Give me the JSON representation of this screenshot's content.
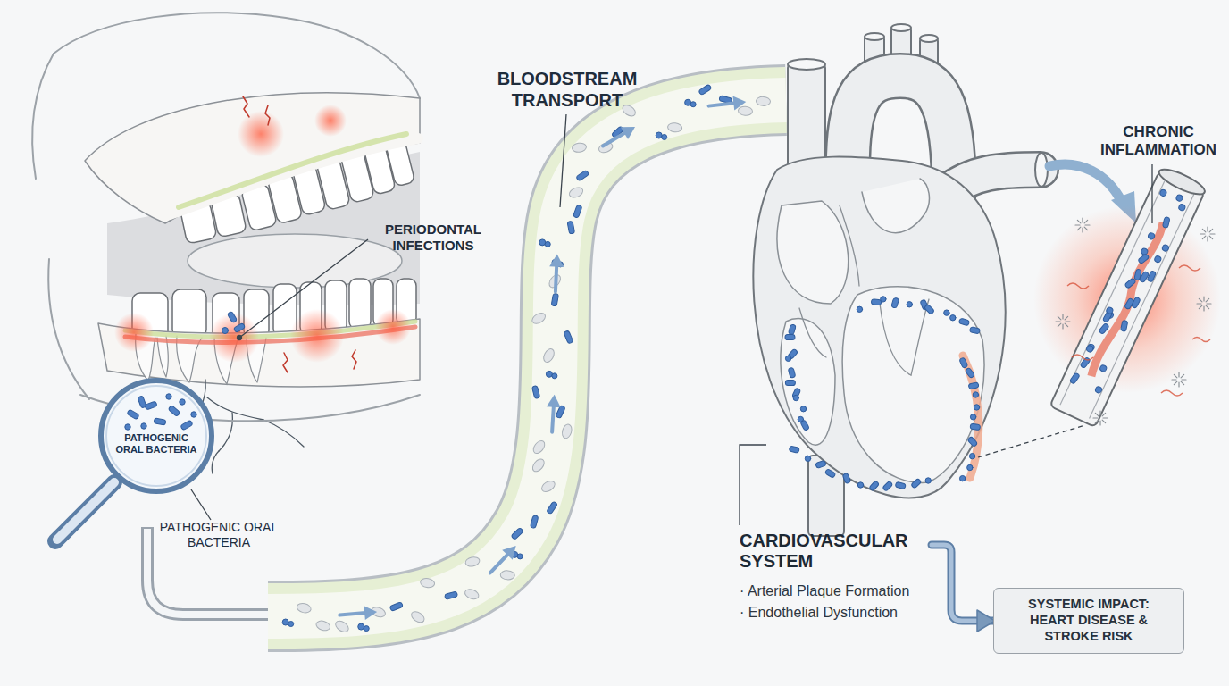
{
  "diagram": {
    "nodes": [
      {
        "text": [
          "PATHOGENIC ORAL BACTERIA"
        ]
      },
      {
        "text": [
          "CARDIOVASCULAR SYSTEM",
          "· Arterial Plaque Formation",
          "· Endothelial Dysfunction"
        ]
      },
      {
        "text": [
          "SYSTEMIC IMPACT: HEART DISEASE & STROKE RISK"
        ]
      }
    ],
    "edges": [
      {
        "from": 1,
        "to": 2,
        "arrow": "to"
      }
    ],
    "labels": [
      "BLOODSTREAM TRANSPORT",
      "CHRONIC INFLAMMATION",
      "PERIODONTAL INFECTIONS",
      "PATHOGENIC ORAL BACTERIA"
    ]
  }
}
